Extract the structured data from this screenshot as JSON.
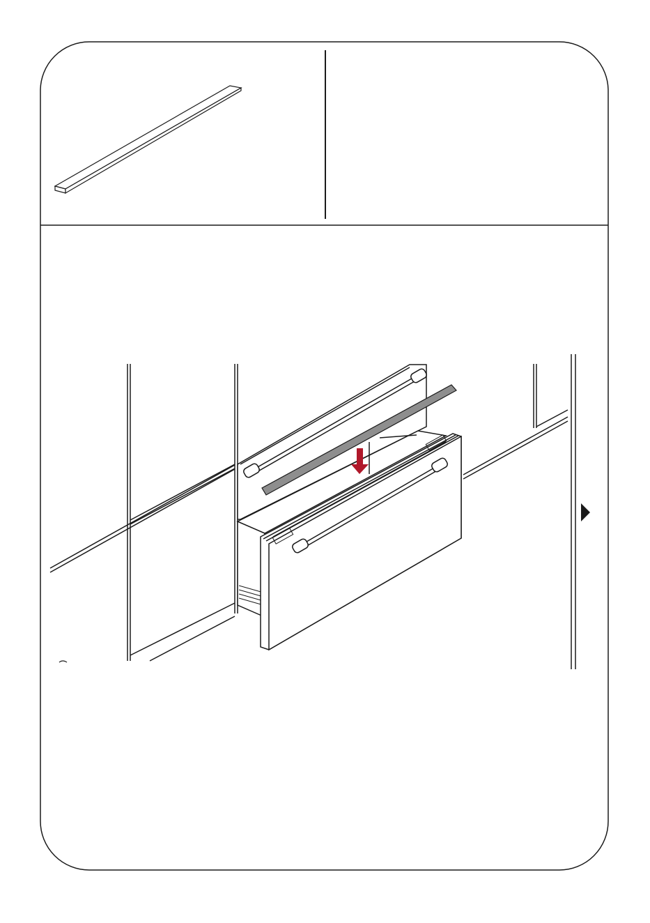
{
  "page": {
    "type": "installation-instruction-sheet",
    "panels": [
      "part-preview",
      "installation-step"
    ]
  },
  "part_panel": {
    "part": "trim-strip",
    "notes_text": ""
  },
  "step_panel": {
    "illustration": "drawer-top-trim-insertion",
    "arrow_direction": "down",
    "next_indicator": "next-page-arrow-icon"
  },
  "colors": {
    "line": "#1a1a1a",
    "accent_arrow": "#b0182a",
    "trim_fill": "#8e8e8e",
    "background": "#ffffff"
  }
}
